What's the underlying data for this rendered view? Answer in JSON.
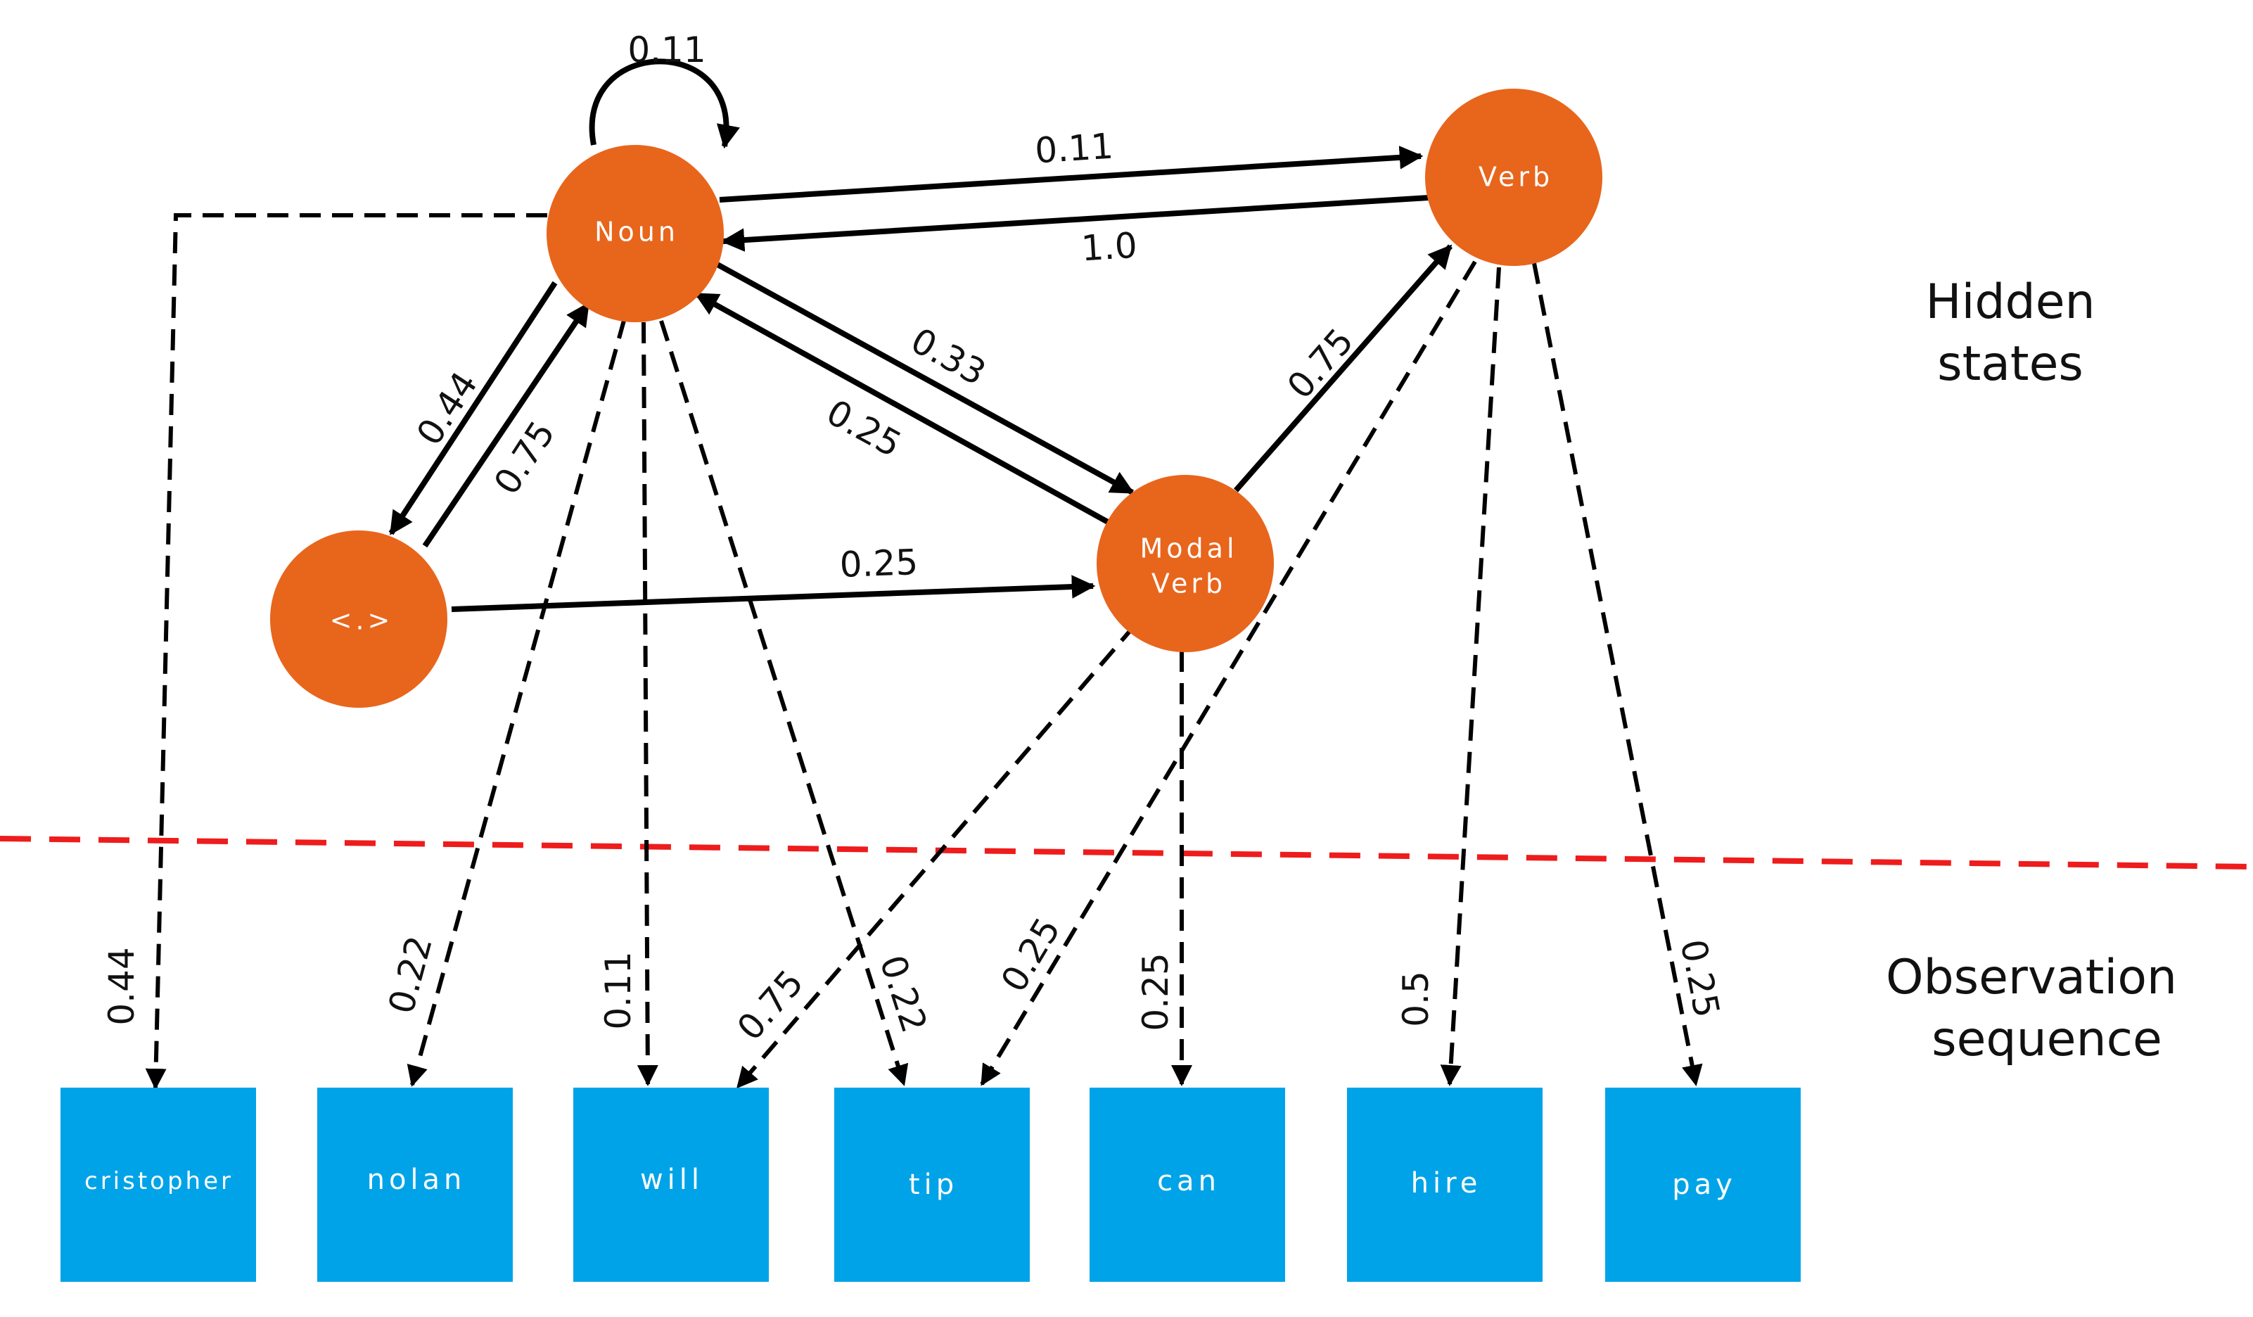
{
  "colors": {
    "state_fill": "#E8651C",
    "observation_fill": "#00A3E8",
    "separator": "#EE1C1C",
    "edge": "#000000"
  },
  "section_labels": {
    "hidden_line1": "Hidden",
    "hidden_line2": "states",
    "observation_line1": "Observation",
    "observation_line2": "sequence"
  },
  "states": {
    "noun": {
      "line1": "Noun",
      "line2": ""
    },
    "verb": {
      "line1": "Verb",
      "line2": ""
    },
    "modal_verb": {
      "line1": "Modal",
      "line2": "Verb"
    },
    "start": {
      "line1": "<.>",
      "line2": ""
    }
  },
  "observations": {
    "cristopher": "cristopher",
    "nolan": "nolan",
    "will": "will",
    "tip": "tip",
    "can": "can",
    "hire": "hire",
    "pay": "pay"
  },
  "transitions": {
    "noun_noun": "0.11",
    "noun_verb": "0.11",
    "verb_noun": "1.0",
    "noun_start": "0.44",
    "start_noun": "0.75",
    "noun_modal": "0.33",
    "modal_noun": "0.25",
    "modal_verb": "0.75",
    "start_modal": "0.25"
  },
  "emissions": {
    "noun_cristopher": "0.44",
    "noun_nolan": "0.22",
    "noun_will": "0.11",
    "noun_tip": "0.22",
    "modal_will": "0.75",
    "verb_tip": "0.25",
    "modal_can": "0.25",
    "verb_hire": "0.5",
    "verb_pay": "0.25"
  }
}
